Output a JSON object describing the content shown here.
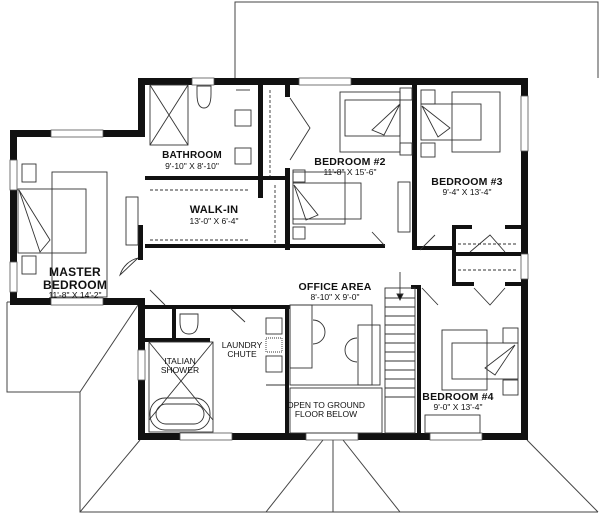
{
  "plan": {
    "type": "floor-plan",
    "level": "upper floor"
  },
  "rooms": [
    {
      "id": "master-bedroom",
      "name_line1": "MASTER",
      "name_line2": "BEDROOM",
      "dimensions": "11'-8\" X 14'-2\""
    },
    {
      "id": "bathroom",
      "name": "BATHROOM",
      "dimensions": "9'-10\" X 8'-10\""
    },
    {
      "id": "walk-in",
      "name": "WALK-IN",
      "dimensions": "13'-0\" X 6'-4\""
    },
    {
      "id": "bedroom-2",
      "name": "BEDROOM #2",
      "dimensions": "11'-8\" X 15'-6\""
    },
    {
      "id": "bedroom-3",
      "name": "BEDROOM #3",
      "dimensions": "9'-4\" X 13'-4\""
    },
    {
      "id": "office-area",
      "name": "OFFICE AREA",
      "dimensions": "8'-10\" X 9'-0\""
    },
    {
      "id": "bedroom-4",
      "name": "BEDROOM #4",
      "dimensions": "9'-0\" X 13'-4\""
    }
  ],
  "notes": {
    "italian_shower_1": "ITALIAN",
    "italian_shower_2": "SHOWER",
    "laundry_1": "LAUNDRY",
    "laundry_2": "CHUTE",
    "open_1": "OPEN TO GROUND",
    "open_2": "FLOOR BELOW"
  },
  "colors": {
    "wall": "#111111",
    "line": "#333333",
    "background": "#ffffff"
  }
}
